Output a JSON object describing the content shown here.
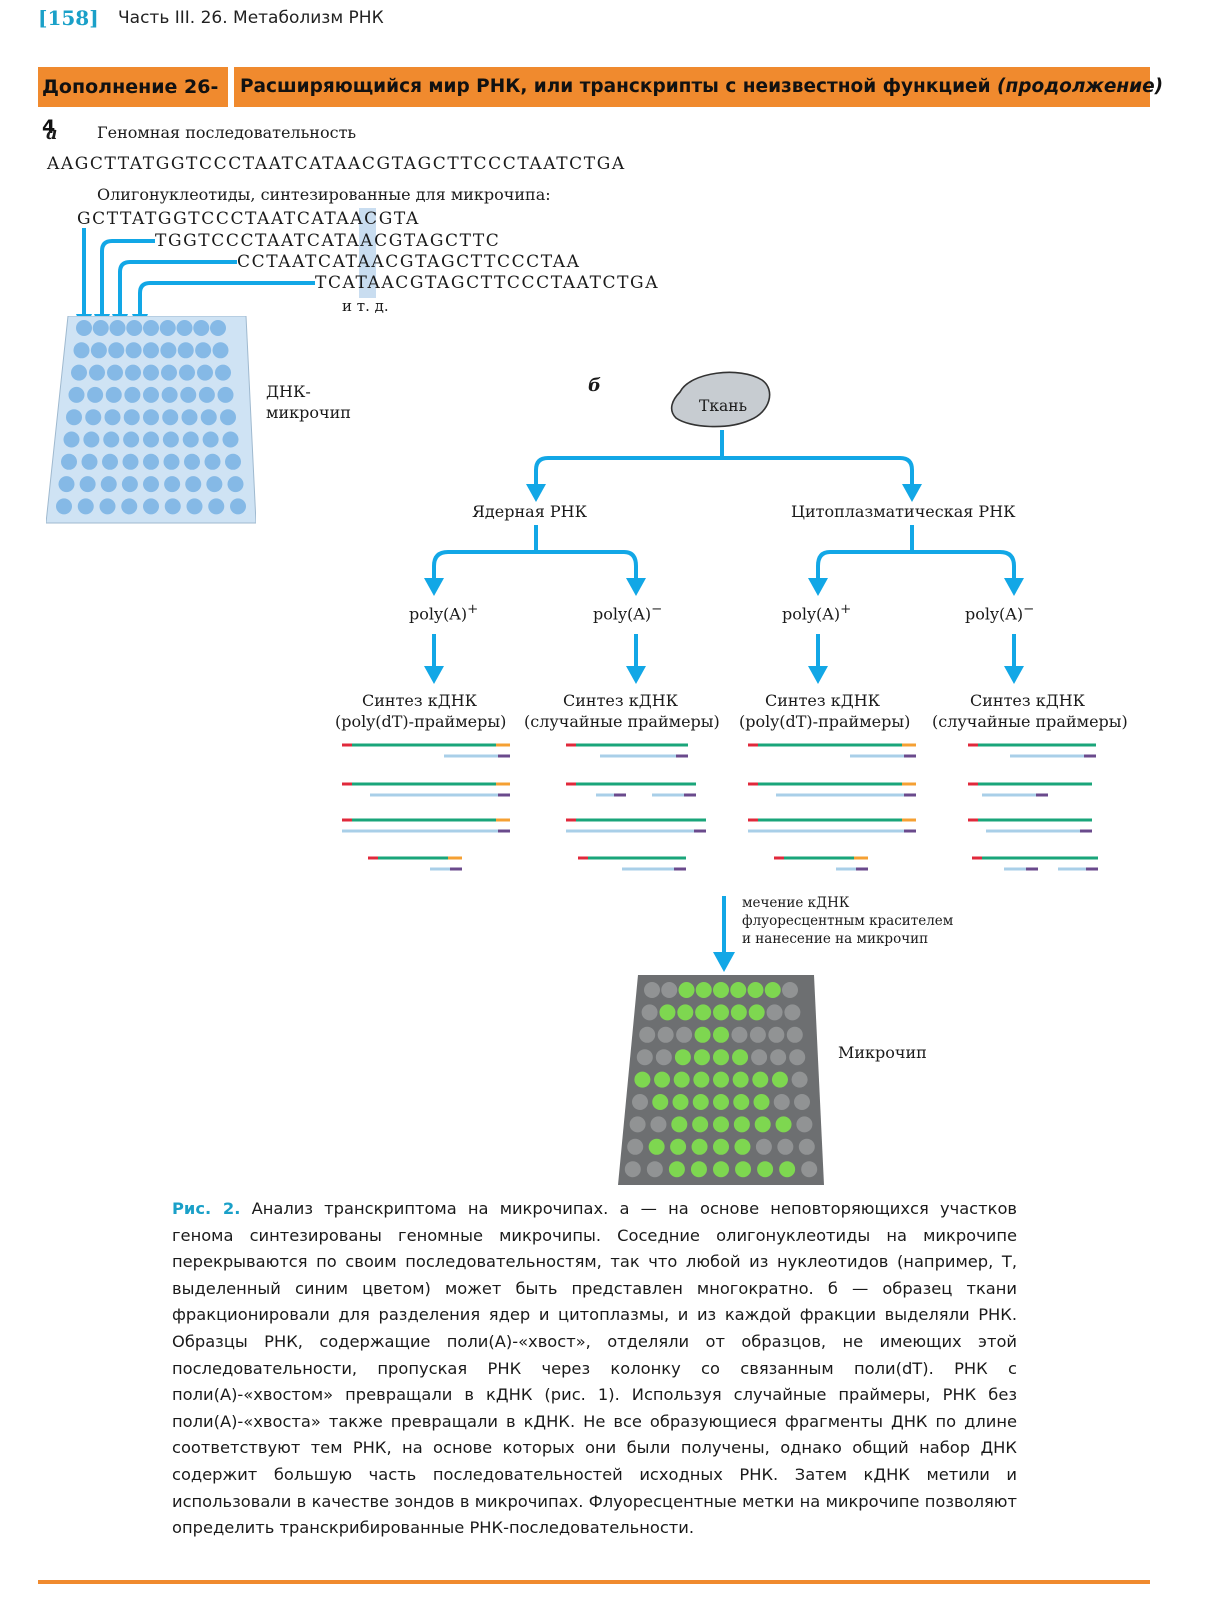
{
  "header": {
    "page_number": "[158]",
    "running_head": "Часть III. 26. Метаболизм РНК"
  },
  "box": {
    "label": "Дополнение 26-4",
    "title": "Расширяющийся мир РНК, или транскрипты с неизвестной функцией",
    "title_suffix": "(продолжение)"
  },
  "panel_a": {
    "letter": "а",
    "genome_label": "Геномная последовательность",
    "genome_sequence": "AAGCTTATGGTCCCTAATCATAACGTAGCTTCCCTAATCTGA",
    "oligo_label": "Олигонуклеотиды, синтезированные для микрочипа:",
    "oligos": [
      "GCTTATGGTCCCTAATCATAACGTA",
      "TGGTCCCTAATCATAACGTAGCTTC",
      "CCTAATCATAACGTAGCTTCCCTAA",
      "TCATAACGTAGCTTCCCTAATCTGA"
    ],
    "etc": "и т. д.",
    "chip_label_line1": "ДНК-",
    "chip_label_line2": "микрочип"
  },
  "panel_b": {
    "letter": "б",
    "tissue": "Ткань",
    "nuclear": "Ядерная РНК",
    "cytoplasmic": "Цитоплазматическая РНК",
    "polyA_plus": "poly(A)",
    "polyA_minus": "poly(A)",
    "sign_plus": "+",
    "sign_minus": "−",
    "synth_title": "Синтез кДНК",
    "primers_dt": "(poly(dT)-праймеры)",
    "primers_random": "(случайные праймеры)",
    "labeling_line1": "мечение кДНК",
    "labeling_line2": "флуоресцентным красителем",
    "labeling_line3": "и нанесение на микрочип",
    "microchip": "Микрочип"
  },
  "colors": {
    "accent_orange": "#f08a2e",
    "accent_blue": "#1aa0c8",
    "arrow_blue": "#12a7e6",
    "rna_green": "#1aa57a",
    "cdna_light": "#a9cfe8",
    "cap_red": "#e0293b",
    "tail_orange": "#f5a033",
    "tail_purple": "#6a4a8c"
  },
  "caption": {
    "fig": "Рис. 2.",
    "text": " Анализ транскриптома на микрочипах. а — на основе неповторяющихся участков генома синтезированы геномные микрочипы. Соседние олигонуклеотиды на микрочипе перекрываются по своим последовательностям, так что любой из нуклеотидов (например, Т, выделенный синим цветом) может быть представлен многократно. б — образец ткани фракционировали для разделения ядер и цитоплазмы, и из каждой фракции выделяли РНК. Образцы РНК, содержащие поли(А)-«хвост», отделяли от образцов, не имеющих этой последовательности, пропуская РНК через колонку со связанным поли(dT). РНК с поли(А)-«хвостом» превращали в кДНК (рис. 1). Используя случайные праймеры, РНК без поли(А)-«хвоста» также превращали в кДНК. Не все образующиеся фрагменты ДНК по длине соответствуют тем РНК, на основе которых они были получены, однако общий набор ДНК содержит большую часть последовательностей исходных РНК. Затем кДНК метили и использовали в качестве зондов в микрочипах. Флуоресцентные метки на микрочипе позволяют определить транскрибированные РНК-последовательности."
  }
}
